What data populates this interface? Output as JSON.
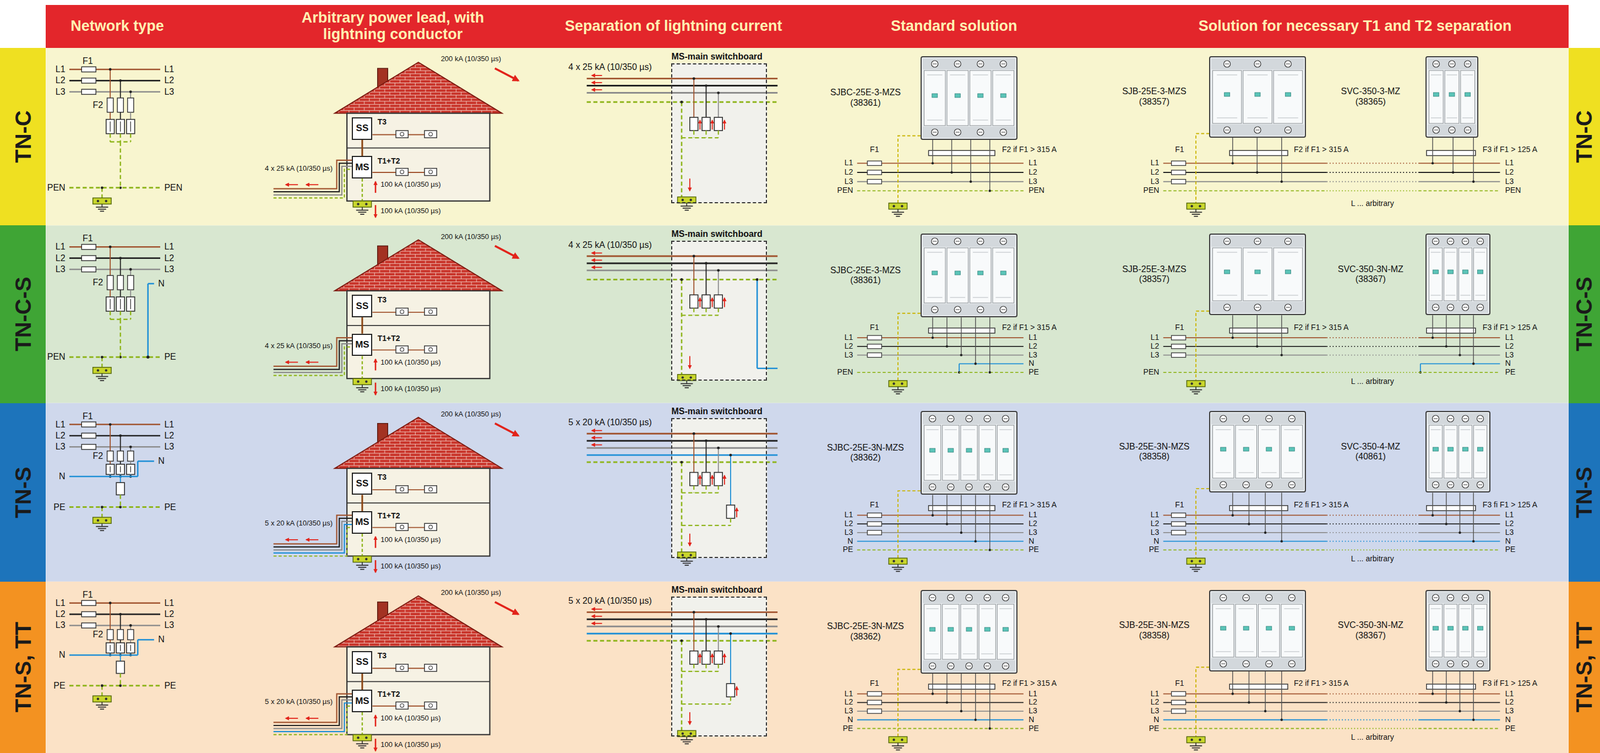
{
  "diagram": {
    "nodes": [
      {
        "text": [
          "Network type",
          "Arbitrary power lead, with lightning conductor",
          "Separation of lightning current",
          "Standard solution",
          "Solution for necessary T1 and T2 separation"
        ]
      },
      {
        "text": [
          "TN-C"
        ]
      },
      {
        "text": [
          "SS"
        ]
      },
      {
        "text": [
          "MS"
        ]
      },
      {
        "text": [
          "MS-main switchboard"
        ]
      },
      {
        "text": [
          "SJBC-25E-3-MZS (38361)"
        ]
      },
      {
        "text": [
          "SJB-25E-3-MZS (38357)"
        ]
      },
      {
        "text": [
          "SVC-350-3-MZ (38365)"
        ]
      },
      {
        "text": [
          "TN-C"
        ]
      },
      {
        "text": [
          "TN-C-S"
        ]
      },
      {
        "text": [
          "SS"
        ]
      },
      {
        "text": [
          "MS"
        ]
      },
      {
        "text": [
          "MS-main switchboard"
        ]
      },
      {
        "text": [
          "SJBC-25E-3-MZS (38361)"
        ]
      },
      {
        "text": [
          "SJB-25E-3-MZS (38357)"
        ]
      },
      {
        "text": [
          "SVC-350-3N-MZ (38367)"
        ]
      },
      {
        "text": [
          "TN-C-S"
        ]
      },
      {
        "text": [
          "TN-S"
        ]
      },
      {
        "text": [
          "SS"
        ]
      },
      {
        "text": [
          "MS"
        ]
      },
      {
        "text": [
          "MS-main switchboard"
        ]
      },
      {
        "text": [
          "SJBC-25E-3N-MZS (38362)"
        ]
      },
      {
        "text": [
          "SJB-25E-3N-MZS (38358)"
        ]
      },
      {
        "text": [
          "SVC-350-4-MZ (40861)"
        ]
      },
      {
        "text": [
          "TN-S"
        ]
      },
      {
        "text": [
          "TN-S, TT"
        ]
      },
      {
        "text": [
          "SS"
        ]
      },
      {
        "text": [
          "MS"
        ]
      },
      {
        "text": [
          "MS-main switchboard"
        ]
      },
      {
        "text": [
          "SJBC-25E-3N-MZS (38362)"
        ]
      },
      {
        "text": [
          "SJB-25E-3N-MZS (38358)"
        ]
      },
      {
        "text": [
          "SVC-350-3N-MZ (38367)"
        ]
      },
      {
        "text": [
          "TN-S, TT"
        ]
      }
    ],
    "edges": [
      {
        "from": 3,
        "to": 2,
        "arrow": "none"
      },
      {
        "from": 11,
        "to": 10,
        "arrow": "none"
      },
      {
        "from": 19,
        "to": 18,
        "arrow": "none"
      },
      {
        "from": 27,
        "to": 26,
        "arrow": "none"
      }
    ],
    "labels": [
      "F1",
      "L1",
      "L2",
      "L3",
      "L1",
      "L2",
      "L3",
      "F2",
      "PEN",
      "PEN",
      "200 kA (10/350 µs)",
      "T3",
      "4 x 25 kA (10/350 µs)",
      "T1+T2",
      "100 kA (10/350 µs)",
      "100 kA (10/350 µs)",
      "4 x 25 kA (10/350 µs)",
      "F1",
      "F2 if F1 > 315 A",
      "L1",
      "L2",
      "L3",
      "PEN",
      "L1",
      "L2",
      "L3",
      "PEN",
      "F1",
      "F2 if F1 > 315 A",
      "F3 if F1 > 125 A",
      "L1",
      "L2",
      "L3",
      "PEN",
      "L1",
      "L2",
      "L3",
      "PEN",
      "L ... arbitrary",
      "F1",
      "L1",
      "L2",
      "L3",
      "L1",
      "L2",
      "L3",
      "F2",
      "N",
      "PEN",
      "PE",
      "200 kA (10/350 µs)",
      "T3",
      "4 x 25 kA (10/350 µs)",
      "T1+T2",
      "100 kA (10/350 µs)",
      "100 kA (10/350 µs)",
      "4 x 25 kA (10/350 µs)",
      "F1",
      "F2 if F1 > 315 A",
      "L1",
      "L2",
      "L3",
      "PEN",
      "L1",
      "L2",
      "L3",
      "N",
      "PE",
      "F1",
      "F2 if F1 > 315 A",
      "F3 if F1 > 125 A",
      "L1",
      "L2",
      "L3",
      "PEN",
      "L1",
      "L2",
      "L3",
      "N",
      "PE",
      "L ... arbitrary",
      "F1",
      "L1",
      "L2",
      "L3",
      "L1",
      "L2",
      "L3",
      "F2",
      "N",
      "N",
      "PE",
      "PE",
      "200 kA (10/350 µs)",
      "T3",
      "5 x 20 kA (10/350 µs)",
      "T1+T2",
      "100 kA (10/350 µs)",
      "100 kA (10/350 µs)",
      "5 x 20 kA (10/350 µs)",
      "F1",
      "F2 if F1 > 315 A",
      "L1",
      "L2",
      "L3",
      "N",
      "PE",
      "L1",
      "L2",
      "L3",
      "N",
      "PE",
      "F1",
      "F2 fi F1 > 315 A",
      "F3 fi F1 > 125 A",
      "L1",
      "L2",
      "L3",
      "N",
      "PE",
      "L1",
      "L2",
      "L3",
      "N",
      "PE",
      "L ... arbitrary",
      "F1",
      "L1",
      "L2",
      "L3",
      "L1",
      "L2",
      "L3",
      "F2",
      "N",
      "N",
      "PE",
      "PE",
      "200 kA (10/350 µs)",
      "T3",
      "5 x 20 kA (10/350 µs)",
      "T1+T2",
      "100 kA (10/350 µs)",
      "100 kA (10/350 µs)",
      "5 x 20 kA (10/350 µs)",
      "F1",
      "F2 if F1 > 315 A",
      "L1",
      "L2",
      "L3",
      "N",
      "PE",
      "L1",
      "L2",
      "L3",
      "N",
      "PE",
      "F1",
      "F2 if F1 > 315 A",
      "F3 if F1 > 125 A",
      "L1",
      "L2",
      "L3",
      "N",
      "PE",
      "L1",
      "L2",
      "L3",
      "N",
      "PE",
      "L ... arbitrary"
    ]
  }
}
